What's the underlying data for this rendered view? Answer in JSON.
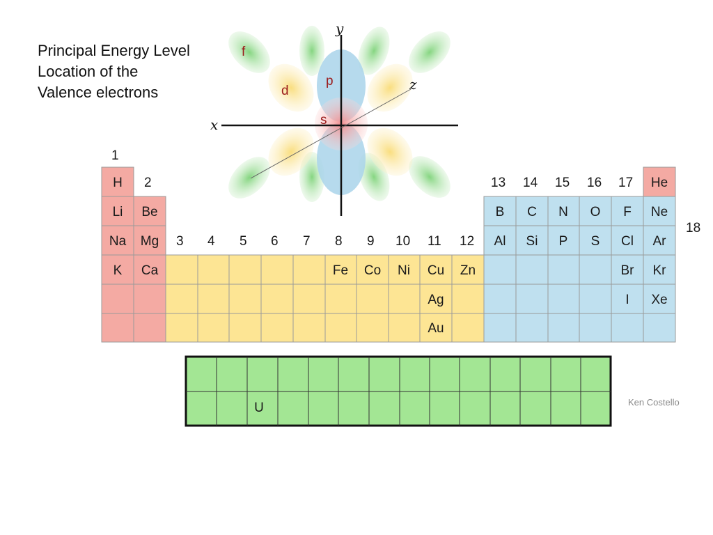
{
  "title_lines": [
    "Principal Energy Level",
    "Location of the",
    "Valence electrons"
  ],
  "orbital_labels": {
    "f": "f",
    "d": "d",
    "p": "p",
    "s": "s",
    "x": "x",
    "y": "y",
    "z": "z"
  },
  "group_labels": {
    "g1": "1",
    "g2": "2",
    "g3": "3",
    "g4": "4",
    "g5": "5",
    "g6": "6",
    "g7": "7",
    "g8": "8",
    "g9": "9",
    "g10": "10",
    "g11": "11",
    "g12": "12",
    "g13": "13",
    "g14": "14",
    "g15": "15",
    "g16": "16",
    "g17": "17",
    "g18": "18"
  },
  "elements": {
    "H": "H",
    "He": "He",
    "Li": "Li",
    "Be": "Be",
    "B": "B",
    "C": "C",
    "N": "N",
    "O": "O",
    "F": "F",
    "Ne": "Ne",
    "Na": "Na",
    "Mg": "Mg",
    "Al": "Al",
    "Si": "Si",
    "P": "P",
    "S": "S",
    "Cl": "Cl",
    "Ar": "Ar",
    "K": "K",
    "Ca": "Ca",
    "Fe": "Fe",
    "Co": "Co",
    "Ni": "Ni",
    "Cu": "Cu",
    "Zn": "Zn",
    "Br": "Br",
    "Kr": "Kr",
    "Ag": "Ag",
    "I": "I",
    "Xe": "Xe",
    "Au": "Au",
    "U": "U"
  },
  "credit": "Ken Costello",
  "colors": {
    "s_block": "#f4aaa3",
    "d_block": "#fde594",
    "p_block": "#bfe0ef",
    "f_block": "#a3e694",
    "grid_line": "#9a9a9a",
    "orbital_green": "#8fd88a",
    "orbital_yellow": "#fbe08a",
    "orbital_blue": "#a9d3ea",
    "orbital_red": "#f5a0a0",
    "orbital_label": "#9b1b1b"
  }
}
